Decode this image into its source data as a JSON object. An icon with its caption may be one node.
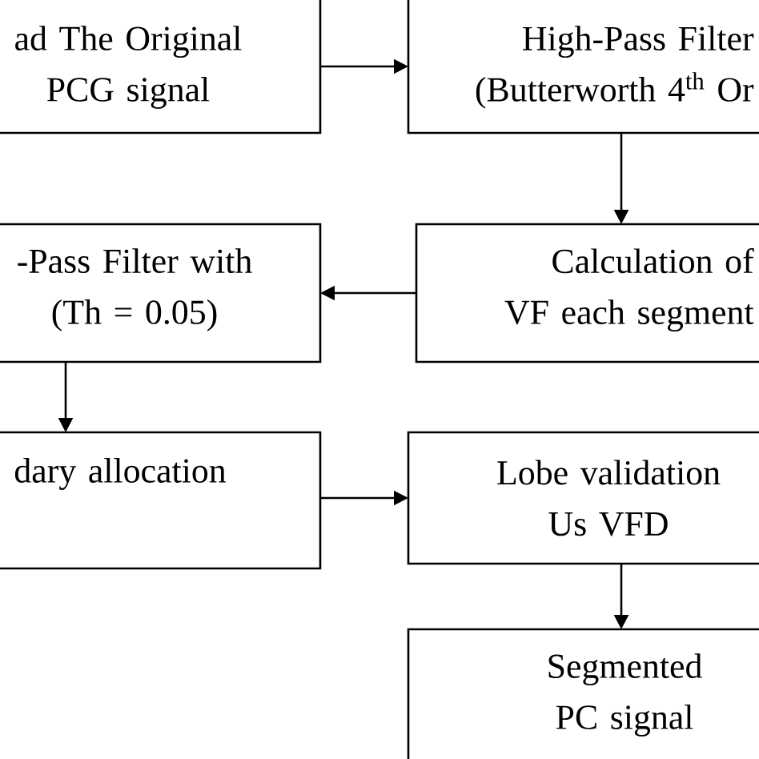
{
  "diagram": {
    "nodes": [
      {
        "text": [
          "ad The Original PCG signal"
        ]
      },
      {
        "text": [
          "High-Pass Filter (Butterworth 4$^{th}$ Or"
        ]
      },
      {
        "text": [
          "Calculation of VF each segment"
        ]
      },
      {
        "text": [
          "-Pass Filter with (Th = 0.05)"
        ]
      },
      {
        "text": [
          "dary allocation"
        ]
      },
      {
        "text": [
          "Lobe validation Us VFD"
        ]
      },
      {
        "text": [
          "Segmented PC signal"
        ]
      }
    ],
    "edges": [
      {
        "from": 0,
        "to": 1,
        "arrow": "to"
      },
      {
        "from": 1,
        "to": 2,
        "arrow": "to"
      },
      {
        "from": 2,
        "to": 3,
        "arrow": "to"
      },
      {
        "from": 3,
        "to": 4,
        "arrow": "to"
      },
      {
        "from": 4,
        "to": 5,
        "arrow": "to"
      },
      {
        "from": 5,
        "to": 6,
        "arrow": "to"
      }
    ]
  }
}
